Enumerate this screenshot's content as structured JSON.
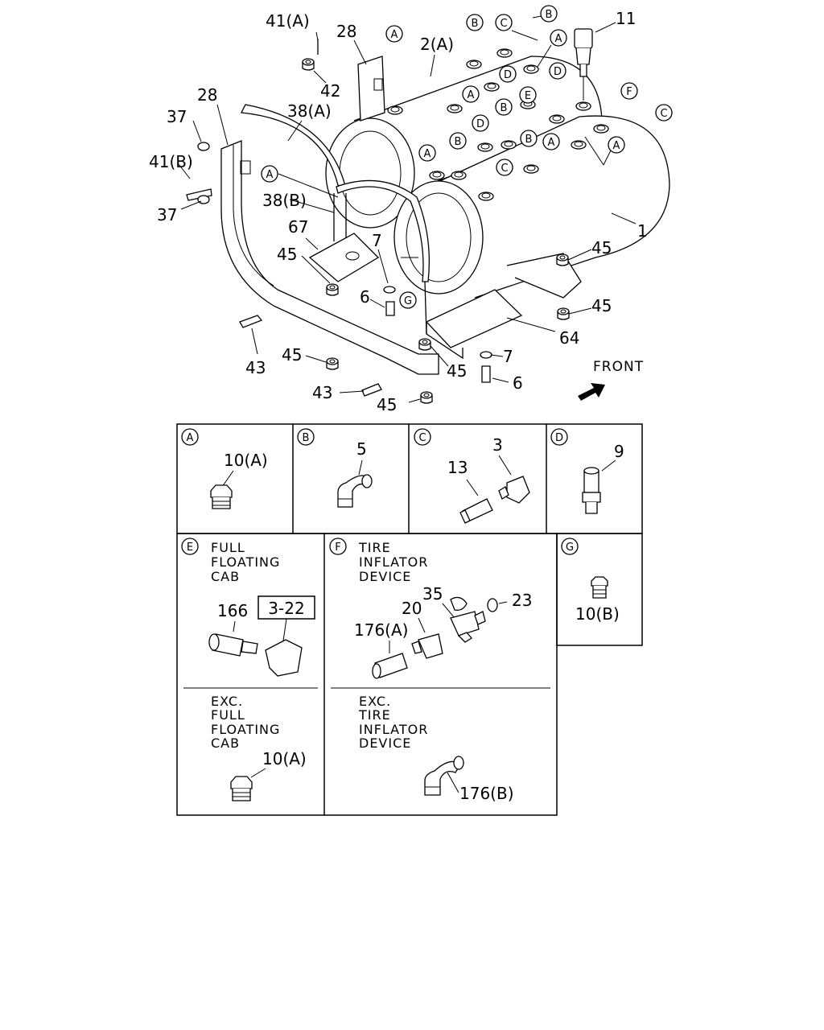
{
  "labels": {
    "p41A": "41(A)",
    "p28a": "28",
    "p2A": "2(A)",
    "p11": "11",
    "p28b": "28",
    "p37a": "37",
    "p38A": "38(A)",
    "p42": "42",
    "p41B": "41(B)",
    "p37b": "37",
    "p38B": "38(B)",
    "p67": "67",
    "p45a": "45",
    "p7a": "7",
    "p6a": "6",
    "p1": "1",
    "p45b": "45",
    "p45c": "45",
    "p64": "64",
    "p43a": "43",
    "p45d": "45",
    "p45e": "45",
    "p7b": "7",
    "p6b": "6",
    "p43b": "43",
    "p45f": "45",
    "front": "FRONT"
  },
  "callouts": {
    "A": "A",
    "B": "B",
    "C": "C",
    "D": "D",
    "E": "E",
    "F": "F",
    "G": "G"
  },
  "panels": {
    "A": {
      "key": "A",
      "part": "10(A)"
    },
    "B": {
      "key": "B",
      "part": "5"
    },
    "C": {
      "key": "C",
      "part1": "13",
      "part2": "3"
    },
    "D": {
      "key": "D",
      "part": "9"
    },
    "E": {
      "key": "E",
      "note1": [
        "FULL",
        "FLOATING",
        "CAB"
      ],
      "part1": "166",
      "ref": "3-22",
      "note2": [
        "EXC.",
        "FULL",
        "FLOATING",
        "CAB"
      ],
      "part2": "10(A)"
    },
    "F": {
      "key": "F",
      "note1": [
        "TIRE",
        "INFLATOR",
        "DEVICE"
      ],
      "p35": "35",
      "p23": "23",
      "p20": "20",
      "p176A": "176(A)",
      "note2": [
        "EXC.",
        "TIRE",
        "INFLATOR",
        "DEVICE"
      ],
      "p176B": "176(B)"
    },
    "G": {
      "key": "G",
      "part": "10(B)"
    }
  }
}
